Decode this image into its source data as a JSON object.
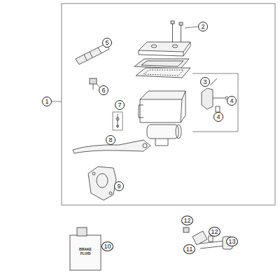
{
  "diagram": {
    "labels": [
      "1",
      "2",
      "3",
      "4",
      "4",
      "5",
      "6",
      "7",
      "8",
      "9",
      "10",
      "11",
      "12",
      "12",
      "13",
      "BRAKE FLUID"
    ]
  }
}
